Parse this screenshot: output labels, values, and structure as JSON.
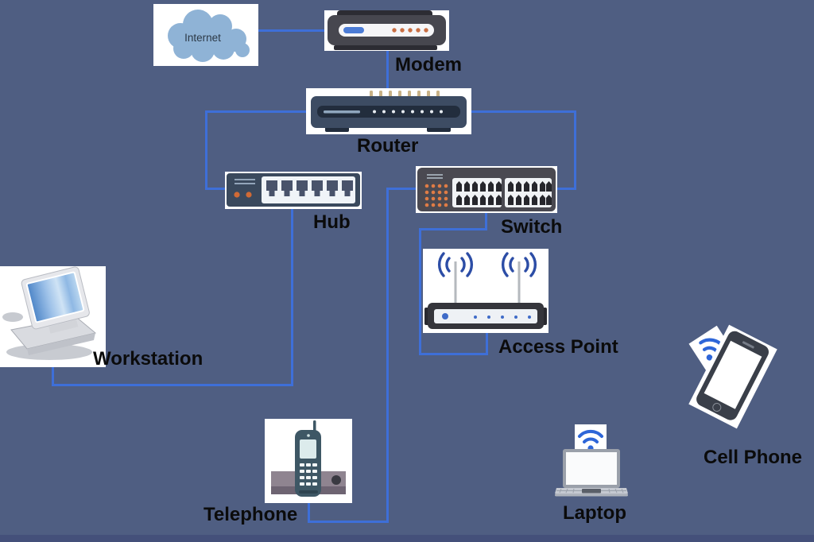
{
  "diagram": {
    "type": "network-topology",
    "nodes": [
      {
        "id": "internet",
        "label": "Internet",
        "kind": "cloud"
      },
      {
        "id": "modem",
        "label": "Modem",
        "kind": "modem"
      },
      {
        "id": "router",
        "label": "Router",
        "kind": "router"
      },
      {
        "id": "hub",
        "label": "Hub",
        "kind": "hub"
      },
      {
        "id": "switch",
        "label": "Switch",
        "kind": "switch"
      },
      {
        "id": "access-point",
        "label": "Access Point",
        "kind": "wireless-access-point"
      },
      {
        "id": "workstation",
        "label": "Workstation",
        "kind": "desktop-computer"
      },
      {
        "id": "telephone",
        "label": "Telephone",
        "kind": "cordless-phone"
      },
      {
        "id": "laptop",
        "label": "Laptop",
        "kind": "laptop-with-wifi"
      },
      {
        "id": "cell-phone",
        "label": "Cell Phone",
        "kind": "smartphone-with-wifi"
      }
    ],
    "connections": [
      {
        "from": "internet",
        "to": "modem"
      },
      {
        "from": "modem",
        "to": "router"
      },
      {
        "from": "router",
        "to": "hub"
      },
      {
        "from": "router",
        "to": "switch"
      },
      {
        "from": "switch",
        "to": "telephone"
      },
      {
        "from": "switch",
        "to": "access-point"
      },
      {
        "from": "hub",
        "to": "workstation"
      }
    ],
    "colors": {
      "background": "#4f5e82",
      "connector_blue": "#3e6fd8",
      "label_black": "#0b0b0b",
      "cloud_blue": "#8fb3d6",
      "led_orange": "#d06a35",
      "wifi_blue": "#2e66d8"
    }
  }
}
